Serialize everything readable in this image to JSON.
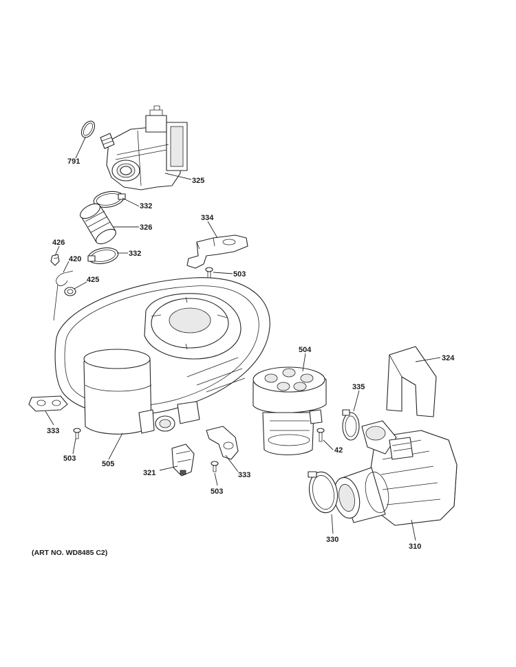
{
  "callouts": {
    "c791": "791",
    "c325": "325",
    "c332a": "332",
    "c326": "326",
    "c426": "426",
    "c420": "420",
    "c332b": "332",
    "c334": "334",
    "c425": "425",
    "c503a": "503",
    "c504": "504",
    "c324": "324",
    "c335": "335",
    "c333a": "333",
    "c42": "42",
    "c503b": "503",
    "c505": "505",
    "c321": "321",
    "c333b": "333",
    "c503c": "503",
    "c330": "330",
    "c310": "310"
  },
  "art_number": "(ART NO. WD8485 C2)"
}
